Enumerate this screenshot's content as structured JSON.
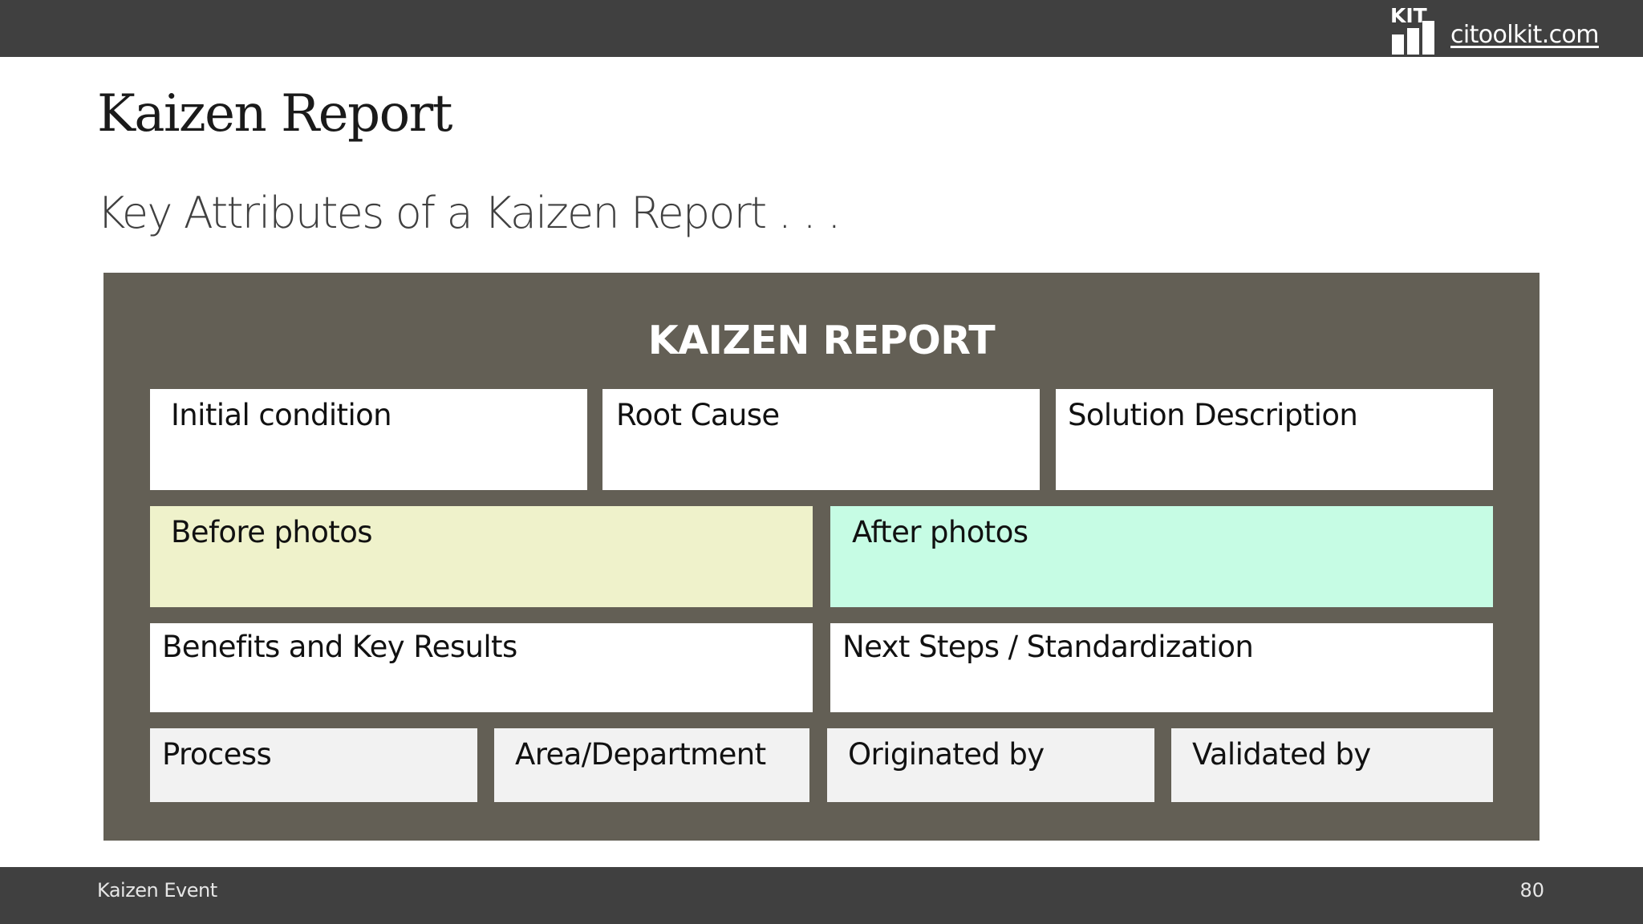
{
  "header": {
    "logo_text": "KIT",
    "site_link": "citoolkit.com"
  },
  "slide": {
    "title": "Kaizen Report",
    "subtitle": "Key Attributes of a Kaizen Report . . ."
  },
  "report": {
    "heading": "KAIZEN REPORT",
    "row1": [
      "Initial condition",
      "Root Cause",
      "Solution Description"
    ],
    "row2": [
      "Before photos",
      "After photos"
    ],
    "row3": [
      "Benefits and Key Results",
      "Next Steps / Standardization"
    ],
    "row4": [
      "Process",
      "Area/Department",
      "Originated by",
      "Validated by"
    ]
  },
  "colors": {
    "bars": "#404040",
    "panel": "#635f55",
    "before_photos": "#eff2cb",
    "after_photos": "#c6fce4",
    "meta_cells": "#f2f2f2"
  },
  "footer": {
    "label": "Kaizen Event",
    "page_number": "80"
  }
}
